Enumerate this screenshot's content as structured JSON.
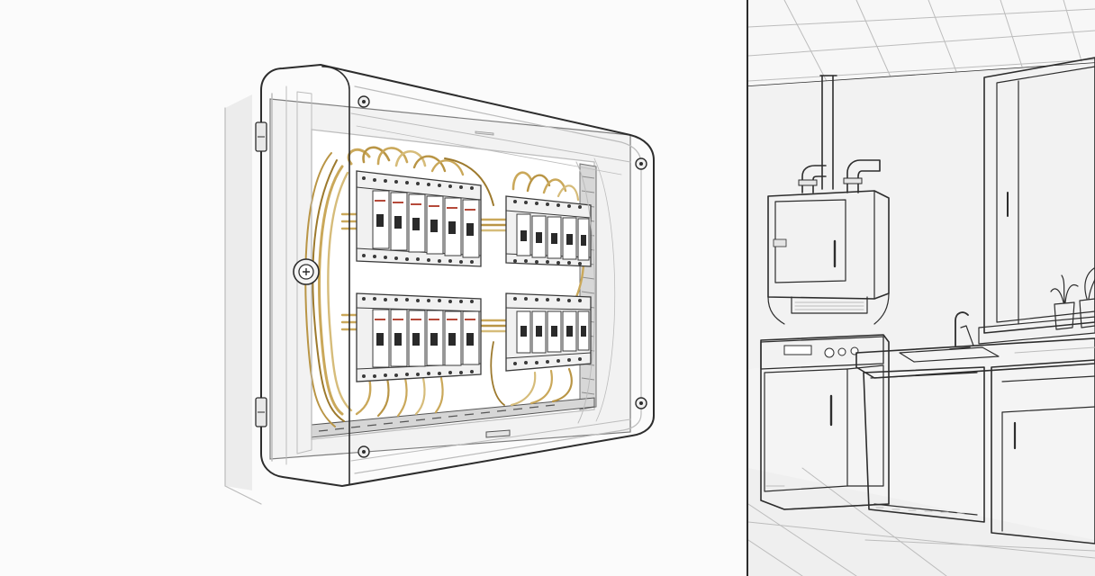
{
  "scene": {
    "left_panel": "electrical-distribution-board",
    "right_panel": "utility-room"
  },
  "breaker_rows": [
    {
      "id": "top-left",
      "count": 6
    },
    {
      "id": "top-right",
      "count": 5
    },
    {
      "id": "bottom-left",
      "count": 6
    },
    {
      "id": "bottom-right",
      "count": 5
    }
  ],
  "colors": {
    "wire": "#caa85a",
    "wire_dark": "#9d7a2e",
    "breaker_label": "#b54a3a",
    "line": "#2d2d2d",
    "glass": "#e9eef1"
  },
  "icons": {
    "lock": "lock-icon",
    "screw": "screw-icon",
    "faucet": "faucet-icon",
    "plant": "plant-icon"
  }
}
